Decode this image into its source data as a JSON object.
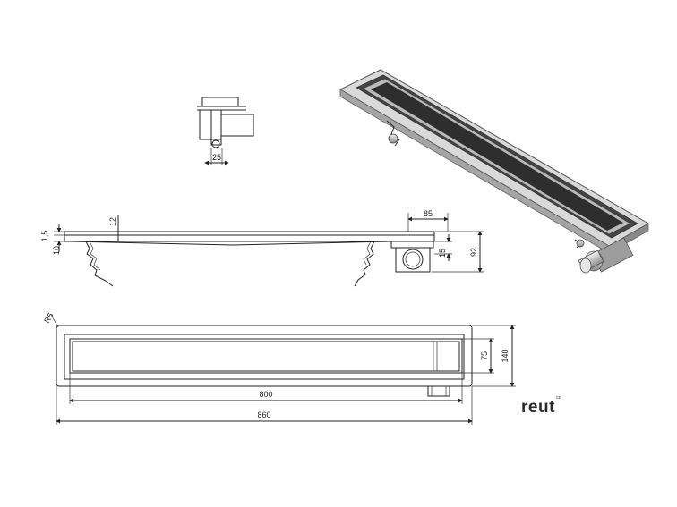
{
  "brand": {
    "name": "reut",
    "mark": "cz"
  },
  "detail_view": {
    "dim_width": "25"
  },
  "side_view": {
    "dim_top": "1,5",
    "dim_frame": "10",
    "dim_grate": "12",
    "dim_outlet_width": "85",
    "dim_outlet_pipe": "15",
    "dim_total_height": "92"
  },
  "top_view": {
    "dim_radius": "R6",
    "dim_inner_width": "75",
    "dim_outer_width": "140",
    "dim_inner_length": "800",
    "dim_outer_length": "860"
  },
  "colors": {
    "line": "#222222",
    "metal_dark": "#555555",
    "metal_light": "#cfcfcf",
    "grate": "#333333"
  }
}
